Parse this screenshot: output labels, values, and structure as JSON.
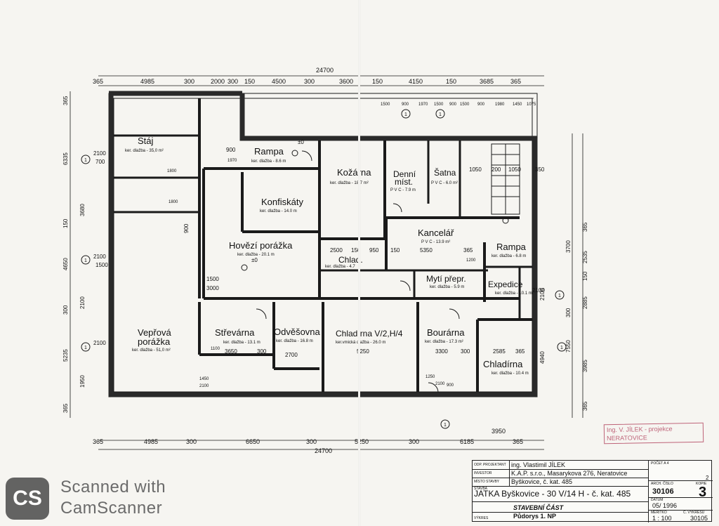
{
  "dims_top_total": "24700",
  "dims_top": [
    "365",
    "4985",
    "300",
    "2000",
    "300",
    "150",
    "4500",
    "300",
    "3600",
    "150",
    "4150",
    "150",
    "3685",
    "365"
  ],
  "dims_top2": [
    "1500",
    "900",
    "1970",
    "1500",
    "900",
    "1500",
    "900",
    "1980",
    "1450",
    "1075"
  ],
  "dims_bottom_total": "24700",
  "dims_bottom": [
    "365",
    "4985",
    "300",
    "6650",
    "300",
    "5250",
    "300",
    "6185",
    "365"
  ],
  "dims_bottom_extra": "3950",
  "dims_left": [
    "365",
    "6335",
    "2100",
    "700",
    "3680",
    "150",
    "4650",
    "2100",
    "1500",
    "900",
    "300",
    "2100",
    "2100",
    "5235",
    "1950",
    "365"
  ],
  "dims_right": [
    "350",
    "3700",
    "2535",
    "365",
    "150",
    "2100",
    "2885",
    "300",
    "7550",
    "3985",
    "4940",
    "365"
  ],
  "rooms": [
    {
      "name": "Stáj",
      "sub": "ker. dlažba - 35,0 m²"
    },
    {
      "name": "Rampa",
      "sub": "ker. dlažba - 8.6 m"
    },
    {
      "name": "Kožárna",
      "sub": "ker. dlažba - 18.7 m²"
    },
    {
      "name": "Denní",
      "name2": "míst.",
      "sub": "P V C - 7.9 m"
    },
    {
      "name": "Šatna",
      "sub": "P V C - 6.0 m²"
    },
    {
      "name": "Konfiskáty",
      "sub": "ker. dlažba - 14.0 m"
    },
    {
      "name": "Kancelář",
      "sub": "P V C - 13.9 m²"
    },
    {
      "name": "Hovězí porážka",
      "sub": "ker. dlažba - 20.1 m"
    },
    {
      "name": "Chlad.",
      "sub": "ker. dlažba - 4.7"
    },
    {
      "name": "Rampa",
      "sub": "ker. dlažba - 6.8 m"
    },
    {
      "name": "Mytí přepr.",
      "sub": "ker. dlažba - 5.9 m"
    },
    {
      "name": "Expedice",
      "sub": "ker. dlažba - 10.1 m"
    },
    {
      "name": "Vepřová",
      "name2": "porážka",
      "sub": "ker. dlažba - 51,0 m²"
    },
    {
      "name": "Střevárna",
      "sub": "ker. dlažba - 13.1 m"
    },
    {
      "name": "Odvěšovna",
      "sub": "ker. dlažba - 16.8 m"
    },
    {
      "name": "Chladírna V/2,H/4",
      "sub": "ker.vmická dlažba - 26.0 m"
    },
    {
      "name": "Bourárna",
      "sub": "ker. dlažba - 17.3 m²"
    },
    {
      "name": "Chladírna",
      "sub": "ker. dlažba - 10.4 m"
    }
  ],
  "inner_dims": [
    "2500",
    "150",
    "950",
    "150",
    "5350",
    "365",
    "1500",
    "3000",
    "3650",
    "300",
    "2700",
    "5250",
    "3300",
    "300",
    "2585",
    "365",
    "1050",
    "200",
    "1050",
    "900",
    "1800",
    "1800",
    "1970",
    "±0",
    "±0",
    "1200",
    "1100",
    "1450",
    "2100",
    "1250",
    "2100",
    "2100",
    "900"
  ],
  "axis_marks": [
    "1",
    "1",
    "1",
    "1",
    "1",
    "1",
    "1",
    "1"
  ],
  "stamp_text": [
    "Ing. V. JÍLEK - projekce",
    "NERATOVICE"
  ],
  "title_block": {
    "k_projektant": "ODP. PROJEKTANT",
    "v_projektant": "ing. Vlastimil JÍLEK",
    "k_investor": "INVESTOR",
    "v_investor": "K.A.P. s.r.o., Masarykova 276, Neratovice",
    "k_misto": "MÍSTO STAVBY",
    "v_misto": "Byškovice, č. kat. 485",
    "k_stavba": "STAVBA",
    "v_stavba": "JATKA  Byškovice - 30 V/14 H - č. kat. 485",
    "v_cast": "STAVEBNÍ ČÁST",
    "k_vykres": "VÝKRES",
    "v_vykres": "Půdorys 1. NP",
    "k_pocet": "POČET A 4",
    "v_pocet": "2",
    "k_archiv": "ARCH. ČÍSLO",
    "v_archiv": "30106",
    "k_datum": "DATUM",
    "v_datum": "05/ 1996",
    "k_meritko": "MĚŘÍTKO",
    "v_meritko": "1 : 100",
    "k_cvykresu": "Č. VÝKRESU",
    "v_cvykresu": "30105",
    "k_kopie": "KOPIE",
    "v_kopie": "3"
  },
  "scanner": {
    "line1": "Scanned with",
    "line2": "CamScanner",
    "logo": "CS"
  }
}
